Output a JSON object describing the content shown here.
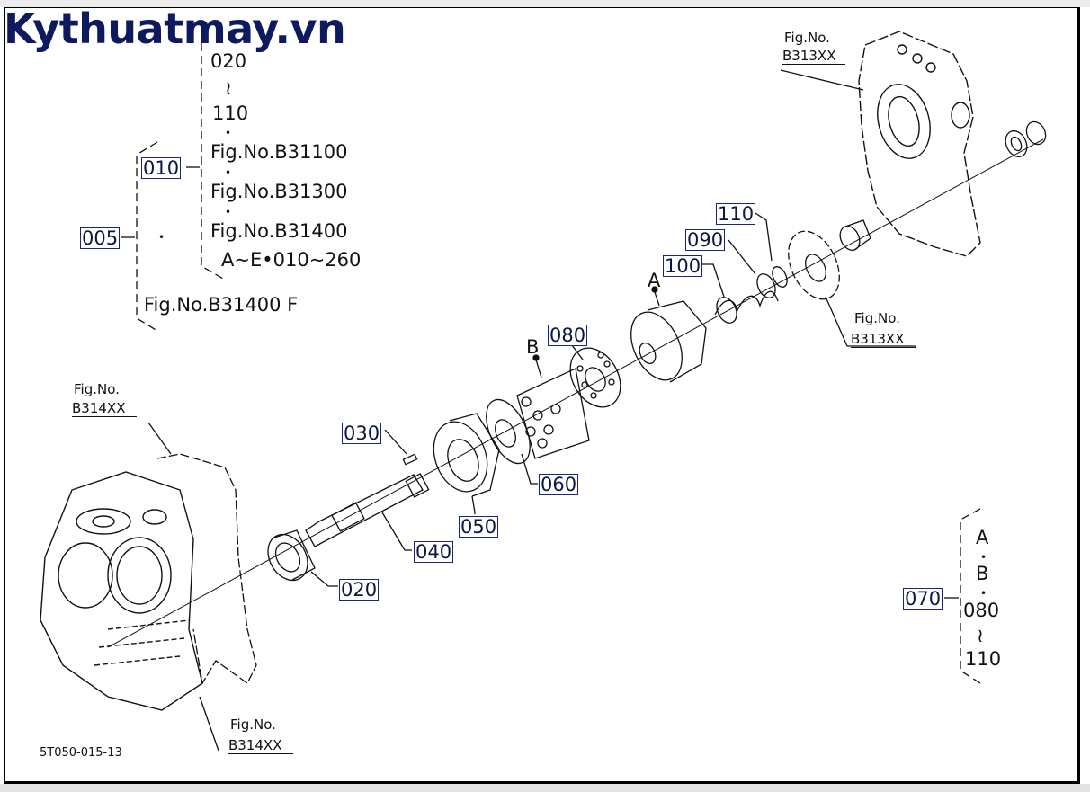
{
  "watermark": "Kythuatmay.vn",
  "drawing_code": "5T050-015-13",
  "part_callouts": {
    "p005": "005",
    "p010": "010",
    "p020": "020",
    "p030": "030",
    "p040": "040",
    "p050": "050",
    "p060": "060",
    "p070": "070",
    "p080": "080",
    "p090": "090",
    "p100": "100",
    "p110": "110"
  },
  "assembly_markers": {
    "a": "A",
    "b": "B"
  },
  "bracket_010": {
    "lines": [
      "020",
      "≀",
      "110",
      "•",
      "Fig.No.B31100",
      "•",
      "Fig.No.B31300",
      "•",
      "Fig.No.B31400",
      "A∼E•010∼260"
    ]
  },
  "bracket_005": {
    "dot": "•",
    "footer": "Fig.No.B31400  F"
  },
  "bracket_070": {
    "lines": [
      "A",
      "•",
      "B",
      "•",
      "080",
      "≀",
      "110"
    ]
  },
  "figure_refs": {
    "top_right": {
      "line1": "Fig.No.",
      "line2": "B313XX"
    },
    "mid_right": {
      "line1": "Fig.No.",
      "line2": "B313XX"
    },
    "left_top": {
      "line1": "Fig.No.",
      "line2": "B314XX"
    },
    "left_bottom": {
      "line1": "Fig.No.",
      "line2": "B314XX"
    }
  }
}
